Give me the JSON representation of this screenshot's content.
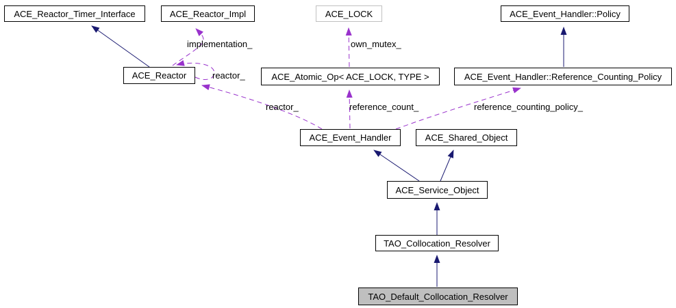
{
  "diagram": {
    "kind": "doxygen-collaboration-graph",
    "nodes": {
      "reactor_timer_interface": "ACE_Reactor_Timer_Interface",
      "reactor_impl": "ACE_Reactor_Impl",
      "lock": "ACE_LOCK",
      "event_handler_policy": "ACE_Event_Handler::Policy",
      "reactor": "ACE_Reactor",
      "atomic_op": "ACE_Atomic_Op< ACE_LOCK, TYPE >",
      "reference_counting_policy": "ACE_Event_Handler::Reference_Counting_Policy",
      "event_handler": "ACE_Event_Handler",
      "shared_object": "ACE_Shared_Object",
      "service_object": "ACE_Service_Object",
      "collocation_resolver": "TAO_Collocation_Resolver",
      "default_collocation_resolver": "TAO_Default_Collocation_Resolver"
    },
    "edge_labels": {
      "implementation": "implementation_",
      "own_mutex": "own_mutex_",
      "reactor_self": "reactor_",
      "reactor": "reactor_",
      "reference_count": "reference_count_",
      "reference_counting_policy": "reference_counting_policy_"
    },
    "colors": {
      "inheritance_edge": "#191970",
      "usage_edge": "#9932cc",
      "node_border": "#000000",
      "undocumented_node_border": "#c0c0c0",
      "highlight_node_fill": "#bfbfbf",
      "background": "#ffffff",
      "text": "#000000"
    }
  }
}
